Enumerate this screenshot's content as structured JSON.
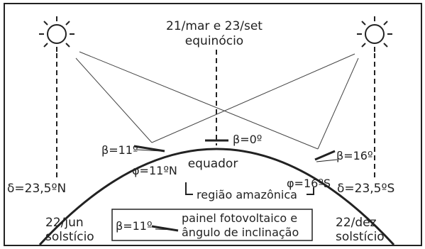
{
  "center_label": {
    "line1": "21/mar e 23/set",
    "line2": "equinócio"
  },
  "left_label": {
    "line1": "22/jun",
    "line2": "solstício"
  },
  "right_label": {
    "line1": "22/dez",
    "line2": "solstício"
  },
  "declination_left": "δ=23,5ºN",
  "declination_right": "δ=23,5ºS",
  "equator_label": "equador",
  "region_label": "região amazônica",
  "latitude_left": "φ=11ºN",
  "latitude_right": "φ=16ºS",
  "panel_left_angle": "β=11º",
  "panel_center_angle": "β=0º",
  "panel_right_angle": "β=16º",
  "legend": {
    "angle": "β=11º",
    "line1": "painel fotovoltaico e",
    "line2": "ângulo de inclinação"
  },
  "icons": [
    "sun-icon-left",
    "sun-icon-right",
    "solar-panel-icon"
  ],
  "colors": {
    "stroke": "#222222",
    "background": "#ffffff"
  }
}
